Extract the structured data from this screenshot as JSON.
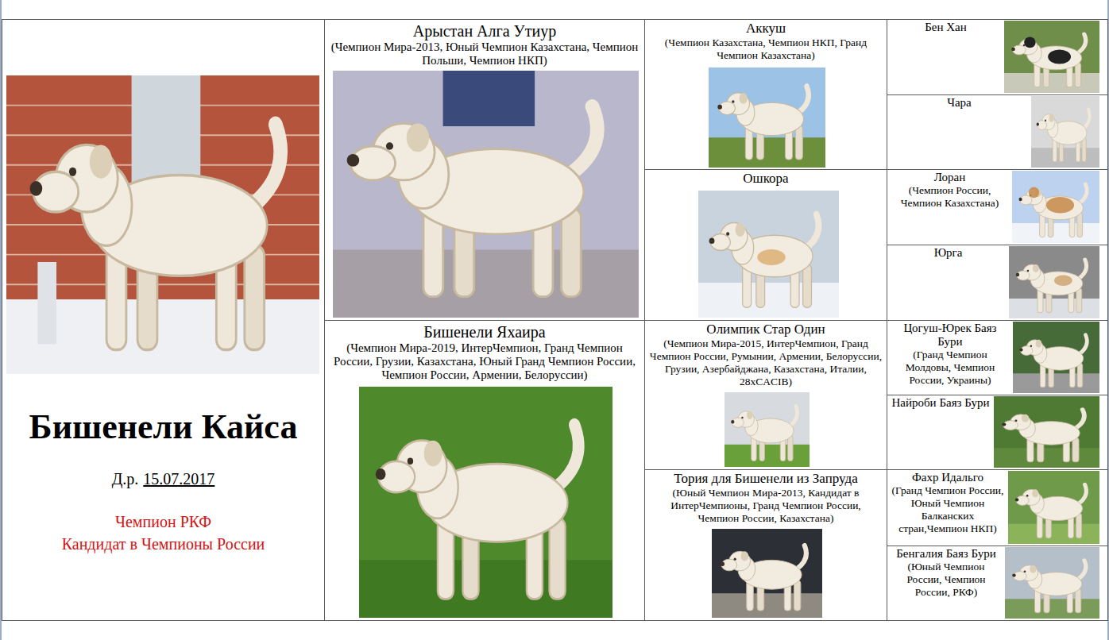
{
  "diagram": {
    "nodes": [
      {
        "text": [
          "Бишенели Кайса",
          "Д.р.",
          "15.07.2017",
          "Чемпион РКФ",
          "Кандидат в Чемпионы России"
        ]
      },
      {
        "text": [
          "Арыстан Алга Утиур",
          "(Чемпион Мира-2013, Юный Чемпион Казахстана, Чемпион Польши, Чемпион НКП)"
        ]
      },
      {
        "text": [
          "Аккуш",
          "(Чемпион Казахстана, Чемпион НКП, Гранд Чемпион Казахстана)"
        ]
      },
      {
        "text": [
          "Бен Хан"
        ]
      },
      {
        "text": [
          "Чара"
        ]
      },
      {
        "text": [
          "Ошкора"
        ]
      },
      {
        "text": [
          "Лоран",
          "(Чемпион России, Чемпион Казахстана)"
        ]
      },
      {
        "text": [
          "Юрга"
        ]
      },
      {
        "text": [
          "Бишенели Яхаира",
          "(Чемпион Мира-2019, ИнтерЧемпион, Гранд Чемпион России, Грузии, Казахстана, Юный Гранд Чемпион России, Чемпион России, Армении, Белоруссии)"
        ]
      },
      {
        "text": [
          "Олимпик Стар Один",
          "(Чемпион Мира-2015, ИнтерЧемпион, Гранд Чемпион России, Румынии, Армении, Белоруссии, Грузии, Азербайджана, Казахстана, Италии, 28xCACIB)"
        ]
      },
      {
        "text": [
          "Цогуш-Юрек Баяз Бури",
          "(Гранд Чемпион Молдовы, Чемпион России, Украины)"
        ]
      },
      {
        "text": [
          "Найроби Баяз Бури"
        ]
      },
      {
        "text": [
          "Тория для Бишенели из Запруда",
          "(Юный Чемпион Мира-2013, Кандидат в ИнтерЧемпионы, Гранд Чемпион России, Чемпион России, Казахстана)"
        ]
      },
      {
        "text": [
          "Фахр Идальго",
          "(Гранд Чемпион России, Юный Чемпион Балканских стран,Чемпион НКП)"
        ]
      },
      {
        "text": [
          "Бенгалия Баяз Бури",
          "(Юный Чемпион России, Чемпион России, РКФ)"
        ]
      }
    ]
  }
}
